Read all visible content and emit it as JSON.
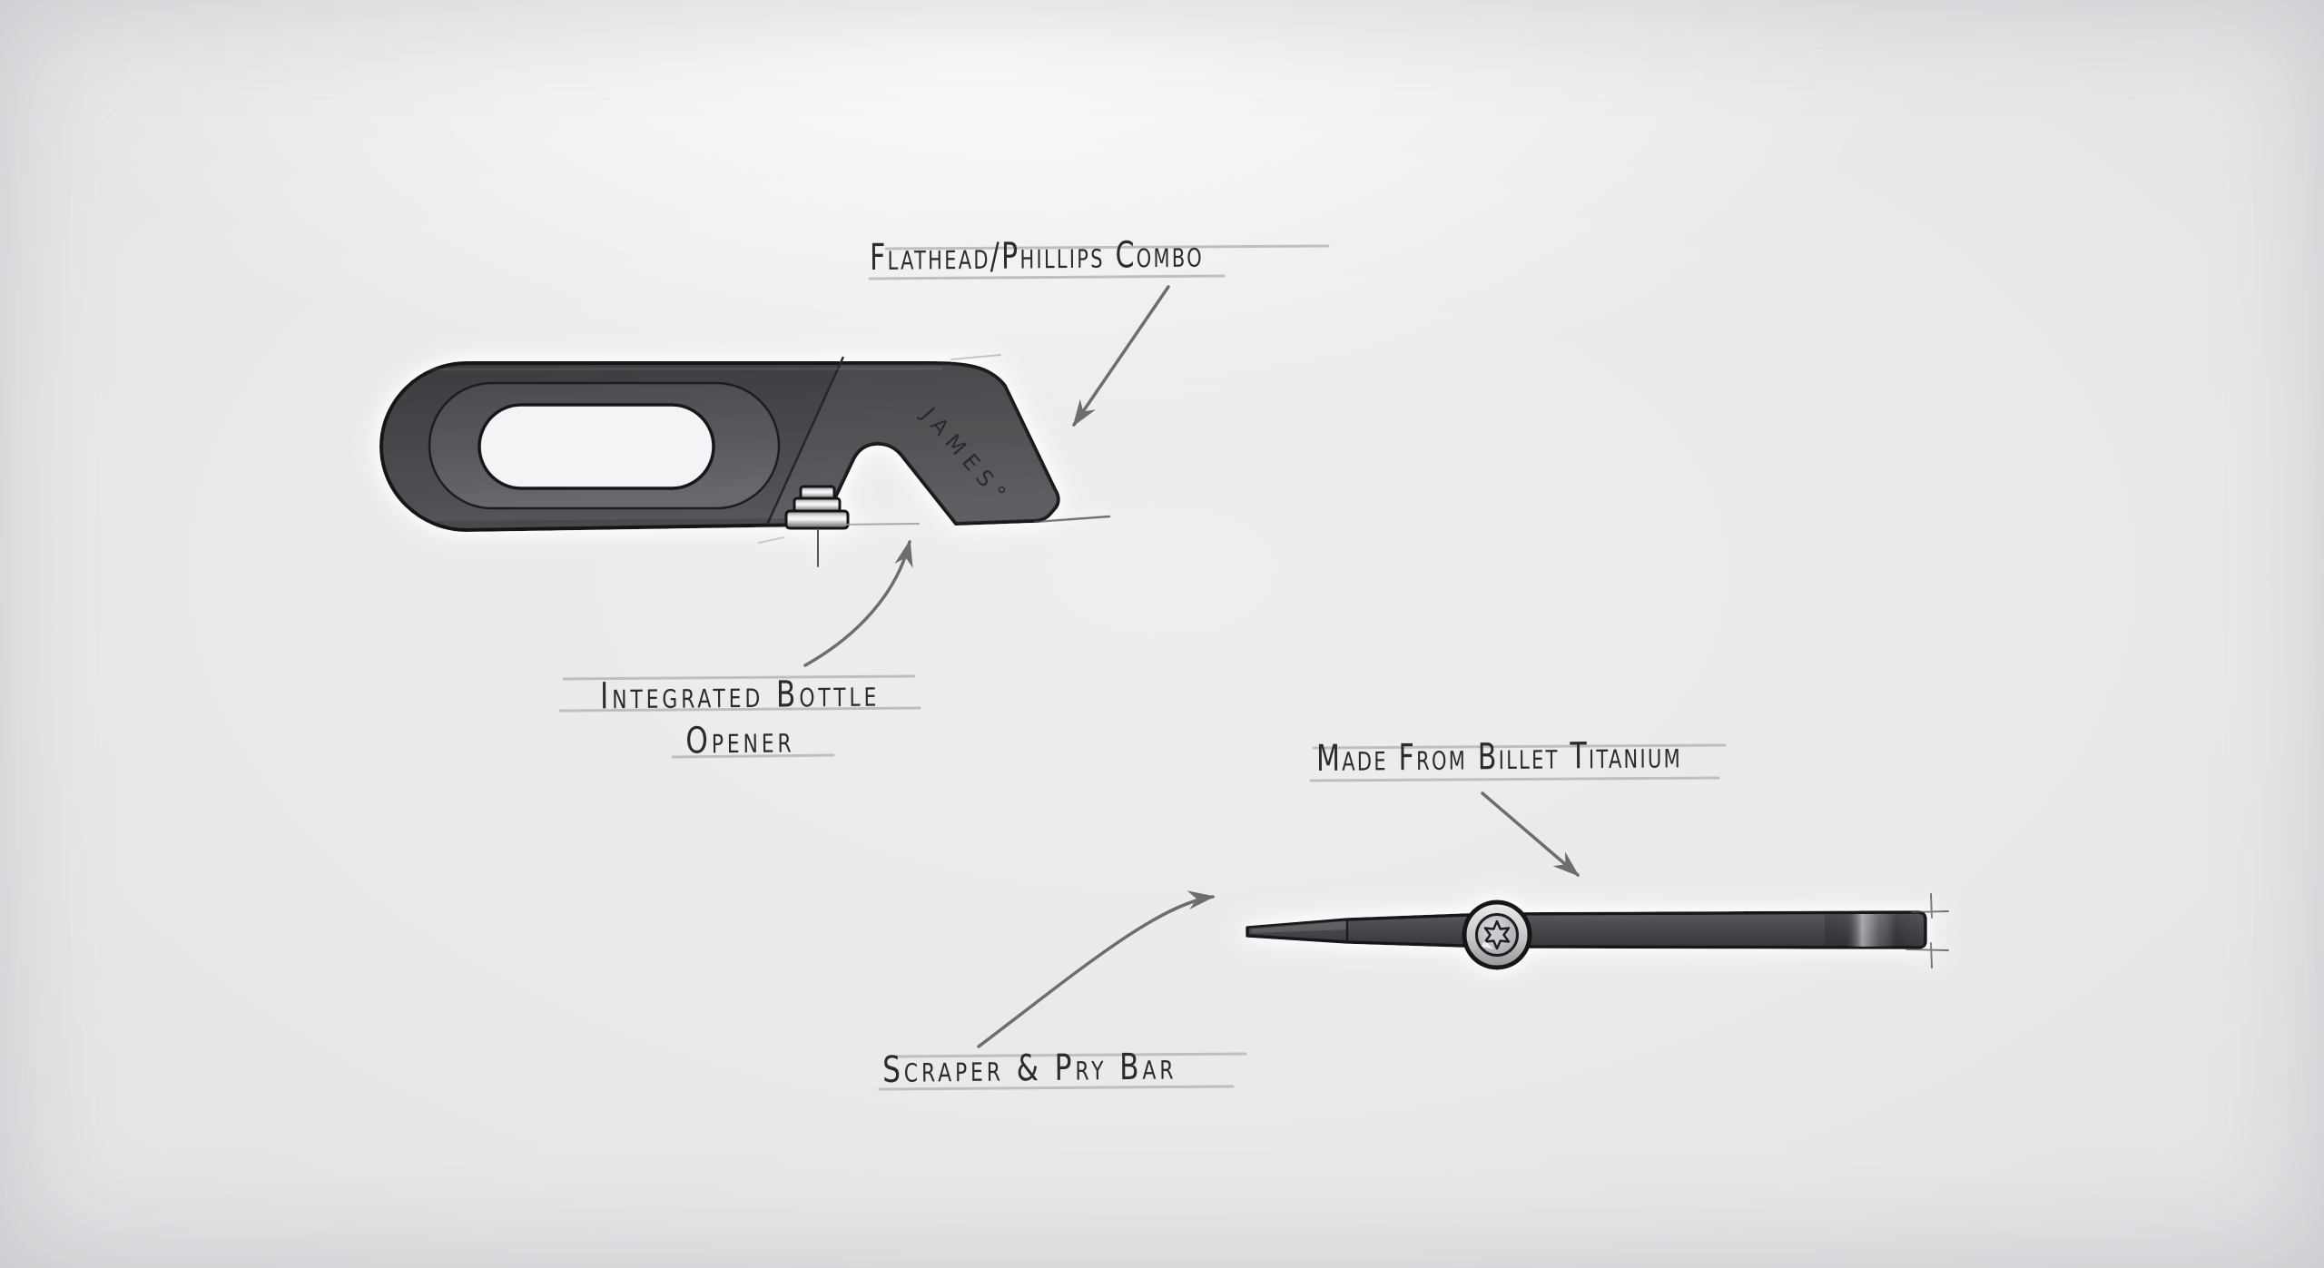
{
  "illustration": {
    "labels": {
      "flathead_combo": "Flathead/Phillips Combo",
      "bottle_opener_line1": "Integrated Bottle",
      "bottle_opener_line2": "Opener",
      "billet_titanium": "Made From Billet Titanium",
      "scraper_pry": "Scraper & Pry Bar"
    },
    "engraving": {
      "brand": "JAMES°"
    },
    "colors": {
      "background": "#e9e9eb",
      "tool_body_dark": "#3c3c40",
      "tool_body_mid": "#47474c",
      "tool_head_light": "#54545a",
      "outline": "#141417",
      "ink": "#2b2b2e",
      "arrow": "#6d6d71",
      "guideline": "#bdbdc0",
      "metal_highlight": "#f0f0f3",
      "cutout_white": "#f4f4f6"
    }
  }
}
